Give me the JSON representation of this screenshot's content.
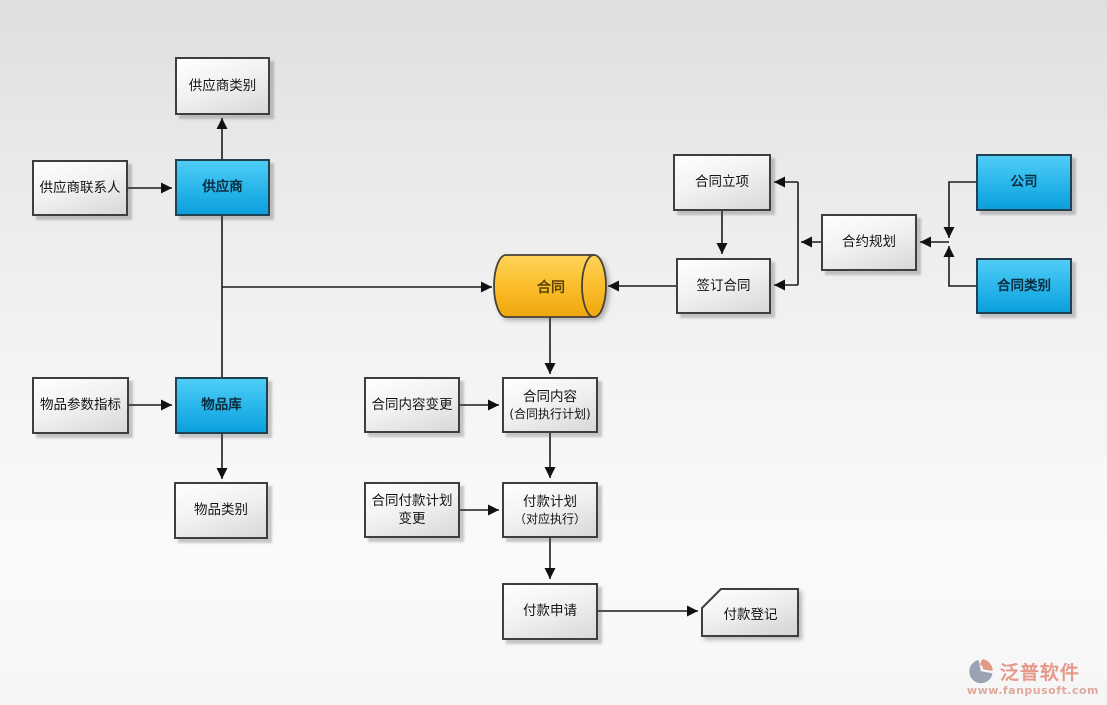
{
  "diagram": {
    "nodes": {
      "supplier_category": {
        "label": "供应商类别",
        "type": "process"
      },
      "supplier_contact": {
        "label": "供应商联系人",
        "type": "process"
      },
      "supplier": {
        "label": "供应商",
        "type": "entity"
      },
      "item_params": {
        "label": "物品参数指标",
        "type": "process"
      },
      "item_library": {
        "label": "物品库",
        "type": "entity"
      },
      "item_category": {
        "label": "物品类别",
        "type": "process"
      },
      "contract_store": {
        "label": "合同",
        "type": "datastore"
      },
      "contract_initiation": {
        "label": "合同立项",
        "type": "process"
      },
      "sign_contract": {
        "label": "签订合同",
        "type": "process"
      },
      "contract_planning": {
        "label": "合约规划",
        "type": "process"
      },
      "company": {
        "label": "公司",
        "type": "entity"
      },
      "contract_category": {
        "label": "合同类别",
        "type": "entity"
      },
      "contract_content_change": {
        "label": "合同内容变更",
        "type": "process"
      },
      "contract_content": {
        "label": "合同内容",
        "label2": "(合同执行计划)",
        "type": "process"
      },
      "payment_plan_change": {
        "label": "合同付款计划",
        "label2": "变更",
        "type": "process"
      },
      "payment_plan": {
        "label": "付款计划",
        "label2": "（对应执行）",
        "type": "process"
      },
      "payment_request": {
        "label": "付款申请",
        "type": "process"
      },
      "payment_register": {
        "label": "付款登记",
        "type": "card"
      }
    },
    "edges": [
      {
        "from": "supplier_contact",
        "to": "supplier"
      },
      {
        "from": "supplier",
        "to": "supplier_category"
      },
      {
        "from": "supplier",
        "to": "item_library"
      },
      {
        "from": "supplier",
        "to": "contract_store"
      },
      {
        "from": "item_params",
        "to": "item_library"
      },
      {
        "from": "item_library",
        "to": "item_category"
      },
      {
        "from": "sign_contract",
        "to": "contract_store"
      },
      {
        "from": "contract_initiation",
        "to": "sign_contract"
      },
      {
        "from": "contract_planning",
        "to": "contract_initiation"
      },
      {
        "from": "contract_planning",
        "to": "sign_contract"
      },
      {
        "from": "company",
        "to": "contract_planning"
      },
      {
        "from": "contract_category",
        "to": "contract_planning"
      },
      {
        "from": "contract_store",
        "to": "contract_content"
      },
      {
        "from": "contract_content_change",
        "to": "contract_content"
      },
      {
        "from": "contract_content",
        "to": "payment_plan"
      },
      {
        "from": "payment_plan_change",
        "to": "payment_plan"
      },
      {
        "from": "payment_plan",
        "to": "payment_request"
      },
      {
        "from": "payment_request",
        "to": "payment_register"
      }
    ],
    "colors": {
      "entity_fill": "#29b8ec",
      "datastore_fill": "#fbbd2c",
      "process_fill": "#ececec",
      "line": "#1c1c1c"
    }
  },
  "watermark": {
    "brand": "泛普软件",
    "url": "www.fanpusoft.com",
    "brand_color": "#e5998a"
  }
}
